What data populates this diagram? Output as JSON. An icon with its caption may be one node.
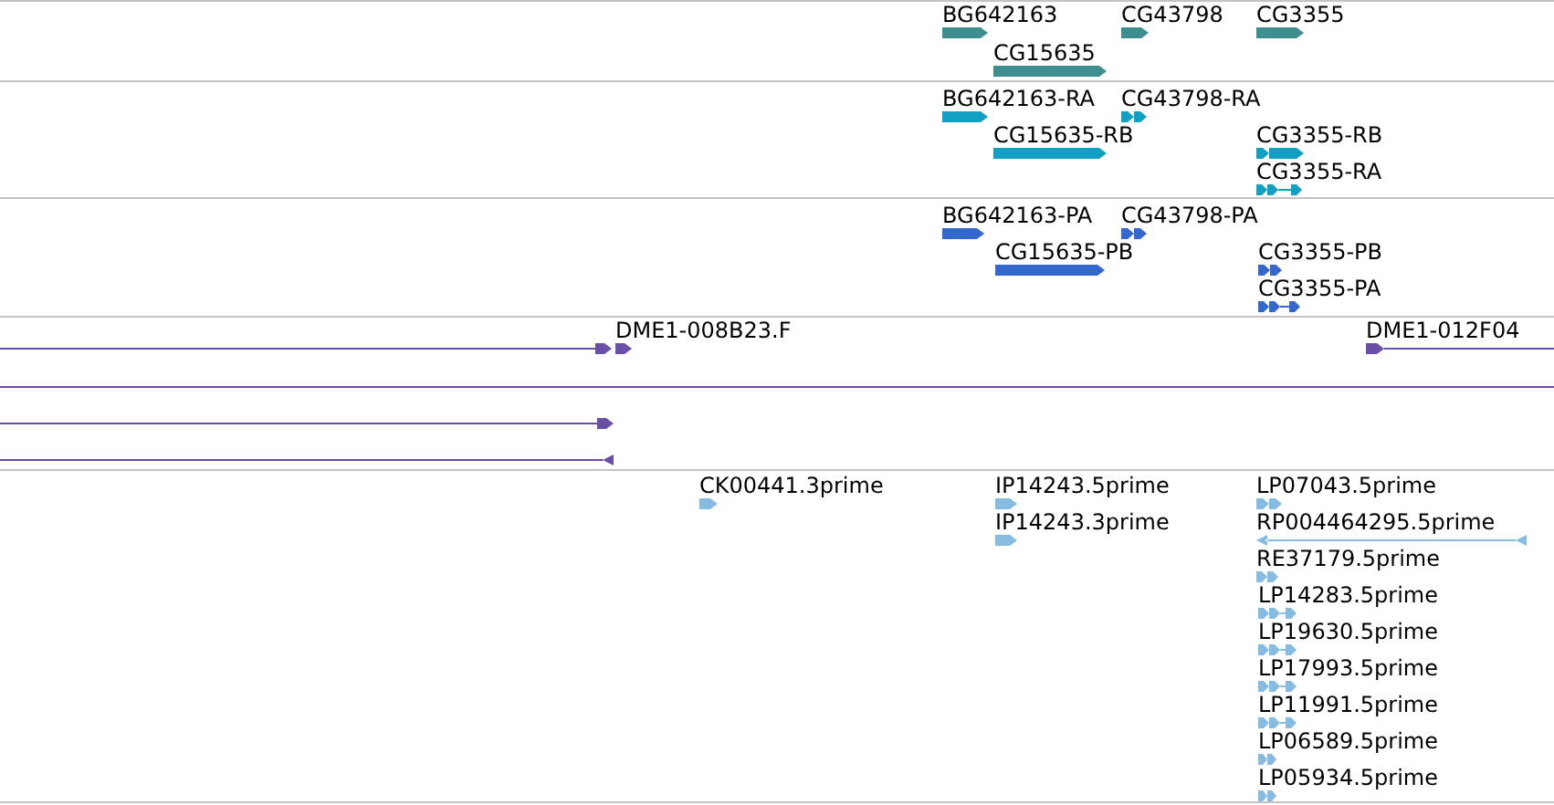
{
  "diagram": {
    "nodes": [
      {
        "text": [
          "BG642163"
        ]
      },
      {
        "text": [
          "CG43798"
        ]
      },
      {
        "text": [
          "CG3355"
        ]
      },
      {
        "text": [
          "CG15635"
        ]
      },
      {
        "text": [
          "BG642163-RA"
        ]
      },
      {
        "text": [
          "CG43798-RA"
        ]
      },
      {
        "text": [
          "CG15635-RB"
        ]
      },
      {
        "text": [
          "CG3355-RB"
        ]
      },
      {
        "text": [
          "CG3355-RA"
        ]
      },
      {
        "text": [
          "BG642163-PA"
        ]
      },
      {
        "text": [
          "CG43798-PA"
        ]
      },
      {
        "text": [
          "CG15635-PB"
        ]
      },
      {
        "text": [
          "CG3355-PB"
        ]
      },
      {
        "text": [
          "CG3355-PA"
        ]
      },
      {
        "text": [],
        "shape": "line"
      },
      {
        "text": [
          "DME1-008B23.F"
        ]
      },
      {
        "text": [
          "DME1-012F04"
        ]
      },
      {
        "text": [],
        "shape": "line"
      },
      {
        "text": [],
        "shape": "line"
      },
      {
        "text": [],
        "shape": "line"
      },
      {
        "text": [
          "CK00441.3prime"
        ]
      },
      {
        "text": [
          "IP14243.5prime"
        ]
      },
      {
        "text": [
          "LP07043.5prime"
        ]
      },
      {
        "text": [
          "IP14243.3prime"
        ]
      },
      {
        "text": [
          "RP004464295.5prime"
        ]
      },
      {
        "text": [
          "RE37179.5prime"
        ]
      },
      {
        "text": [
          "LP14283.5prime"
        ]
      },
      {
        "text": [
          "LP19630.5prime"
        ]
      },
      {
        "text": [
          "LP17993.5prime"
        ]
      },
      {
        "text": [
          "LP11991.5prime"
        ]
      },
      {
        "text": [
          "LP06589.5prime"
        ]
      },
      {
        "text": [
          "LP05934.5prime"
        ]
      }
    ]
  }
}
